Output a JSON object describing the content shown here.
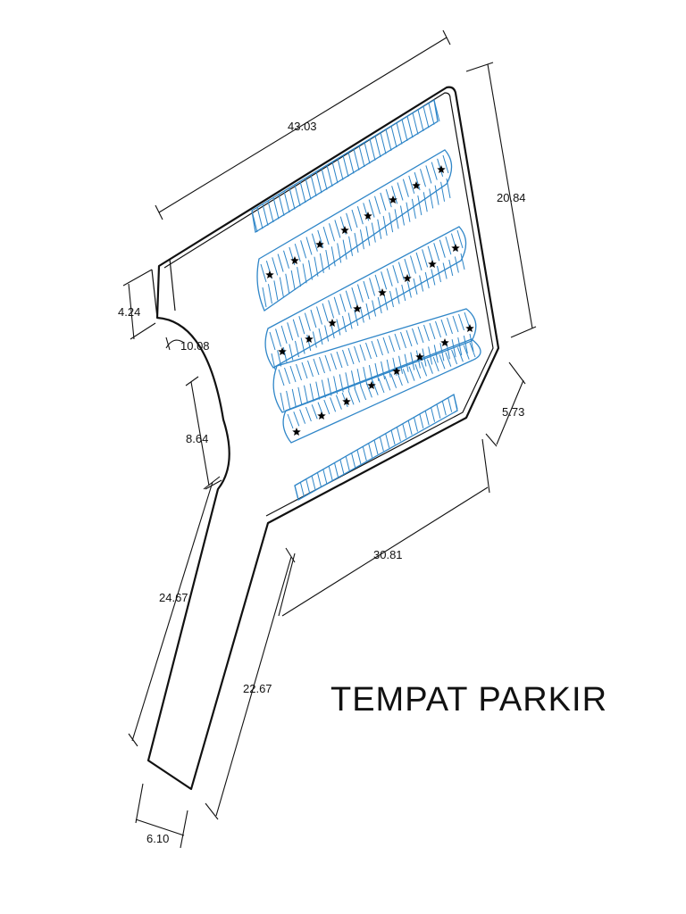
{
  "title": "TEMPAT PARKIR",
  "dimensions": {
    "top": "43.03",
    "right": "20.84",
    "chamfer": "5.73",
    "inner_bottom": "30.81",
    "road_left": "24.67",
    "road_right": "22.67",
    "road_width": "6.10",
    "entrance_width": "4.24",
    "curve_radius": "10.08",
    "neck": "8.64"
  },
  "colors": {
    "outline": "#111111",
    "parking_stalls": "#2f86c8",
    "trees": "#000000"
  },
  "legend_icons": [
    "tree-icon"
  ]
}
